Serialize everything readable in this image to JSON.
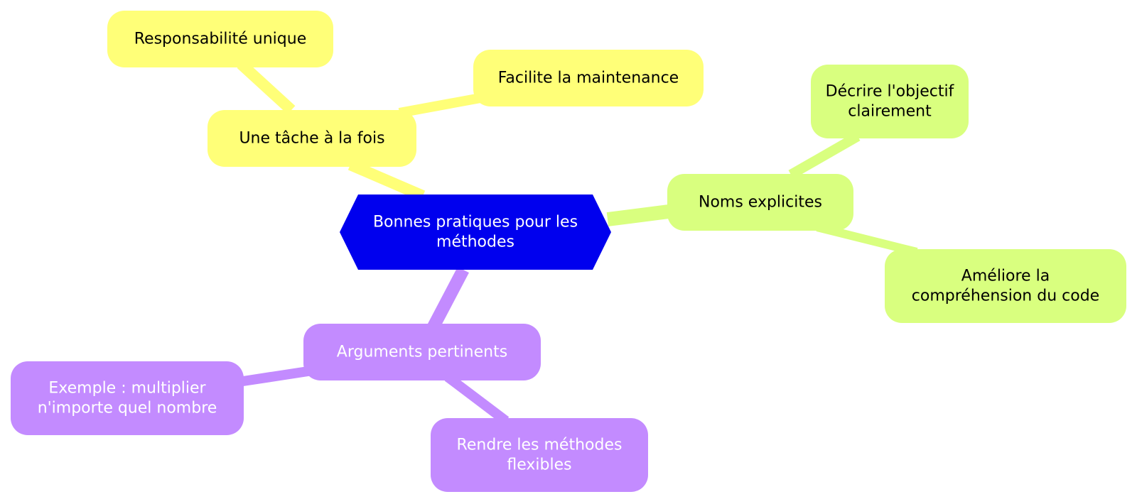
{
  "diagram": {
    "type": "mindmap",
    "root": {
      "label_lines": [
        "Bonnes pratiques pour les",
        "méthodes"
      ],
      "shape": "hexagon",
      "color": "#0000ee",
      "text_color": "#ffffff"
    },
    "branches": [
      {
        "id": "tache",
        "label_lines": [
          "Une tâche à la fois"
        ],
        "color": "#ffff78",
        "text_color": "#000000",
        "children": [
          {
            "id": "responsabilite",
            "label_lines": [
              "Responsabilité unique"
            ]
          },
          {
            "id": "maintenance",
            "label_lines": [
              "Facilite la maintenance"
            ]
          }
        ]
      },
      {
        "id": "noms",
        "label_lines": [
          "Noms explicites"
        ],
        "color": "#d9ff7f",
        "text_color": "#000000",
        "children": [
          {
            "id": "objectif",
            "label_lines": [
              "Décrire l'objectif",
              "clairement"
            ]
          },
          {
            "id": "comprehension",
            "label_lines": [
              "Améliore la",
              "compréhension du code"
            ]
          }
        ]
      },
      {
        "id": "arguments",
        "label_lines": [
          "Arguments pertinents"
        ],
        "color": "#c38bff",
        "text_color": "#ffffff",
        "children": [
          {
            "id": "exemple",
            "label_lines": [
              "Exemple : multiplier",
              "n'importe quel nombre"
            ]
          },
          {
            "id": "flexibles",
            "label_lines": [
              "Rendre les méthodes",
              "flexibles"
            ]
          }
        ]
      }
    ]
  }
}
